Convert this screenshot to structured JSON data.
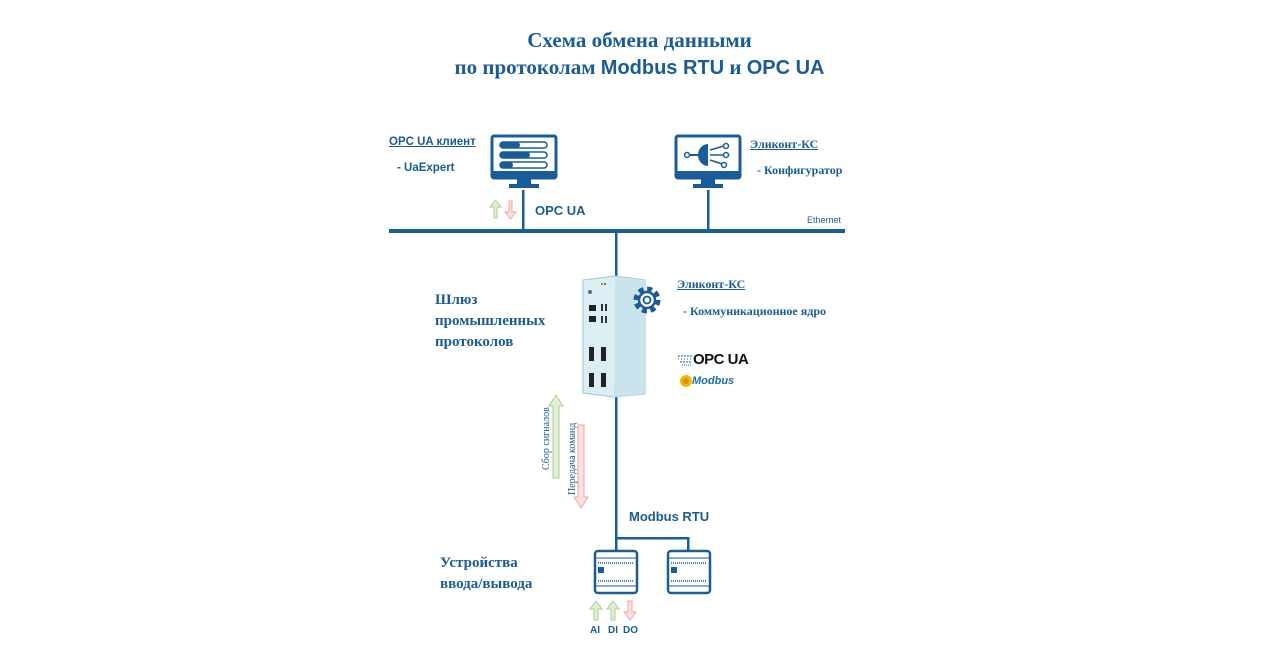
{
  "title": {
    "line1": "Схема обмена данными",
    "line2_prefix": "по протоколам ",
    "line2_mid": "Modbus RTU",
    "line2_and": " и ",
    "line2_end": "OPC UA"
  },
  "top_left": {
    "link": "OPC UA клиент",
    "sub": "- UaExpert",
    "protocol": "OPC UA",
    "icon": "monitor-progress-bars-icon"
  },
  "top_right": {
    "link": "Эликонт-КС",
    "sub": "- Конфигуратор",
    "icon": "monitor-network-head-icon"
  },
  "network": {
    "label": "Ethernet"
  },
  "gateway": {
    "label_lines": [
      "Шлюз",
      "промышленных",
      "протоколов"
    ],
    "link": "Эликонт-КС",
    "sub": "- Коммуникационное ядро",
    "logos": [
      "OPC UA",
      "Modbus"
    ],
    "icon": "gear-icon"
  },
  "flow": {
    "up_label": "Сбор сигналов",
    "down_label": "Передача команд"
  },
  "bus": {
    "label": "Modbus RTU"
  },
  "io": {
    "label_lines": [
      "Устройства",
      "ввода/вывода"
    ],
    "signals": [
      "AI",
      "DI",
      "DO"
    ]
  },
  "colors": {
    "primary": "#1a5c99",
    "arrow_up": "#a9d18e",
    "arrow_down": "#f4a3a3"
  }
}
